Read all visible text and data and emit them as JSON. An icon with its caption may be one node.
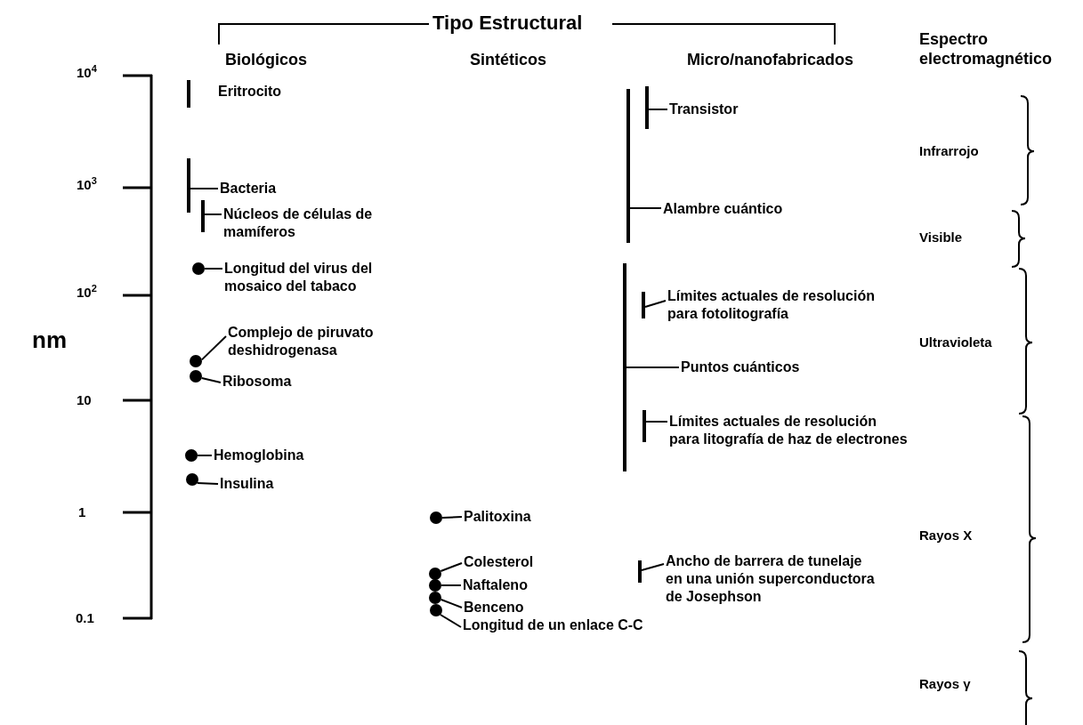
{
  "diagram": {
    "nodes": [
      {
        "text": [
          "Bacteria"
        ]
      },
      {
        "text": [],
        "shape": "bar"
      },
      {
        "text": [
          "Núcleos de células de mamíferos"
        ]
      },
      {
        "text": [],
        "shape": "bar"
      },
      {
        "text": [
          "Longitud del virus del mosaico del tabaco"
        ]
      },
      {
        "text": [],
        "shape": "circle"
      },
      {
        "text": [
          "Complejo de piruvato deshidrogenasa"
        ]
      },
      {
        "text": [],
        "shape": "circle"
      },
      {
        "text": [
          "Ribosoma"
        ]
      },
      {
        "text": [],
        "shape": "circle"
      },
      {
        "text": [
          "Hemoglobina"
        ]
      },
      {
        "text": [],
        "shape": "circle"
      },
      {
        "text": [
          "Insulina"
        ]
      },
      {
        "text": [],
        "shape": "circle"
      },
      {
        "text": [
          "Palitoxina"
        ]
      },
      {
        "text": [],
        "shape": "circle"
      },
      {
        "text": [
          "Colesterol"
        ]
      },
      {
        "text": [],
        "shape": "circle"
      },
      {
        "text": [
          "Naftaleno"
        ]
      },
      {
        "text": [],
        "shape": "circle"
      },
      {
        "text": [
          "Benceno"
        ]
      },
      {
        "text": [],
        "shape": "circle"
      },
      {
        "text": [
          "Longitud de un enlace C-C"
        ]
      },
      {
        "text": [],
        "shape": "circle"
      },
      {
        "text": [
          "Transistor"
        ]
      },
      {
        "text": [],
        "shape": "bar"
      },
      {
        "text": [
          "Alambre cuántico"
        ]
      },
      {
        "text": [],
        "shape": "bar"
      },
      {
        "text": [
          "Límites actuales de resolución para fotolitografía"
        ]
      },
      {
        "text": [],
        "shape": "bar"
      },
      {
        "text": [
          "Puntos cuánticos"
        ]
      },
      {
        "text": [],
        "shape": "bar"
      },
      {
        "text": [
          "Límites actuales de resolución para litografía de haz de electrones"
        ]
      },
      {
        "text": [],
        "shape": "bar"
      },
      {
        "text": [
          "Ancho de barrera de tunelaje en una unión superconductora de Josephson"
        ]
      },
      {
        "text": [],
        "shape": "bar"
      }
    ],
    "edges": [
      {
        "from": 0,
        "to": 1,
        "arrow": "none"
      },
      {
        "from": 2,
        "to": 3,
        "arrow": "none"
      },
      {
        "from": 4,
        "to": 5,
        "arrow": "none"
      },
      {
        "from": 6,
        "to": 7,
        "arrow": "none"
      },
      {
        "from": 8,
        "to": 9,
        "arrow": "none"
      },
      {
        "from": 10,
        "to": 11,
        "arrow": "none"
      },
      {
        "from": 12,
        "to": 13,
        "arrow": "none"
      },
      {
        "from": 14,
        "to": 15,
        "arrow": "none"
      },
      {
        "from": 16,
        "to": 17,
        "arrow": "none"
      },
      {
        "from": 18,
        "to": 19,
        "arrow": "none"
      },
      {
        "from": 20,
        "to": 21,
        "arrow": "none"
      },
      {
        "from": 22,
        "to": 23,
        "arrow": "none"
      },
      {
        "from": 24,
        "to": 25,
        "arrow": "none"
      },
      {
        "from": 26,
        "to": 27,
        "arrow": "none"
      },
      {
        "from": 28,
        "to": 29,
        "arrow": "none"
      },
      {
        "from": 30,
        "to": 31,
        "arrow": "none"
      },
      {
        "from": 32,
        "to": 33,
        "arrow": "none"
      },
      {
        "from": 34,
        "to": 35,
        "arrow": "none"
      }
    ],
    "labels": [
      "Tipo Estructural",
      "Biológicos",
      "Sintéticos",
      "Micro/nanofabricados",
      "Espectro electromagnético",
      "10$^{4}$",
      "Eritrocito",
      "Infrarrojo",
      "10$^{3}$",
      "Visible",
      "10$^{2}$",
      "nm",
      "Ultravioleta",
      "10",
      "1",
      "Rayos X",
      "0.1",
      "Rayos γ"
    ]
  }
}
